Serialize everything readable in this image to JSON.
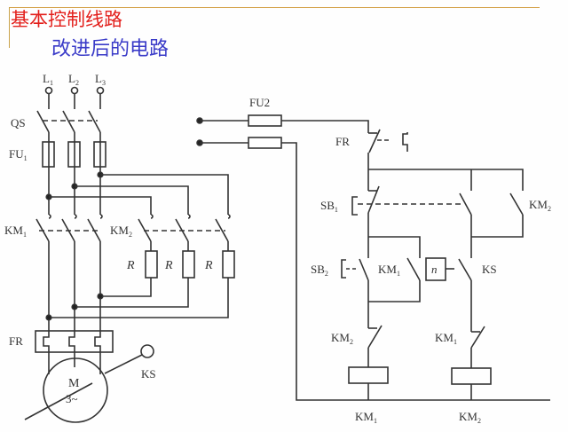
{
  "slide": {
    "title": "基本控制线路",
    "subtitle": "改进后的电路",
    "colors": {
      "title": "#e3201c",
      "subtitle": "#3a3bc8",
      "rule": "#d4a24a",
      "wire": "#333333"
    }
  },
  "power_circuit": {
    "phases": [
      {
        "label": "L",
        "sub": "1"
      },
      {
        "label": "L",
        "sub": "2"
      },
      {
        "label": "L",
        "sub": "3"
      }
    ],
    "switch_label": "QS",
    "fuse_label": {
      "label": "FU",
      "sub": "1"
    },
    "contactor1_label": {
      "label": "KM",
      "sub": "1"
    },
    "contactor2_label": {
      "label": "KM",
      "sub": "2"
    },
    "resistor_labels": [
      "R",
      "R",
      "R"
    ],
    "overload_label": "FR",
    "motor": {
      "label": "M",
      "sublabel": "3~"
    },
    "speed_relay_label": "KS"
  },
  "control_circuit": {
    "fuse_label": "FU2",
    "fr_contact_label": "FR",
    "sb1_label": {
      "label": "SB",
      "sub": "1"
    },
    "km2_hold_label": {
      "label": "KM",
      "sub": "2"
    },
    "sb2_label": {
      "label": "SB",
      "sub": "2"
    },
    "km1_contact_label": {
      "label": "KM",
      "sub": "1"
    },
    "speed_box_label": "n",
    "ks_label": "KS",
    "interlock_left_label": {
      "label": "KM",
      "sub": "2"
    },
    "interlock_right_label": {
      "label": "KM",
      "sub": "1"
    },
    "coil_left_label": {
      "label": "KM",
      "sub": "1"
    },
    "coil_right_label": {
      "label": "KM",
      "sub": "2"
    }
  }
}
